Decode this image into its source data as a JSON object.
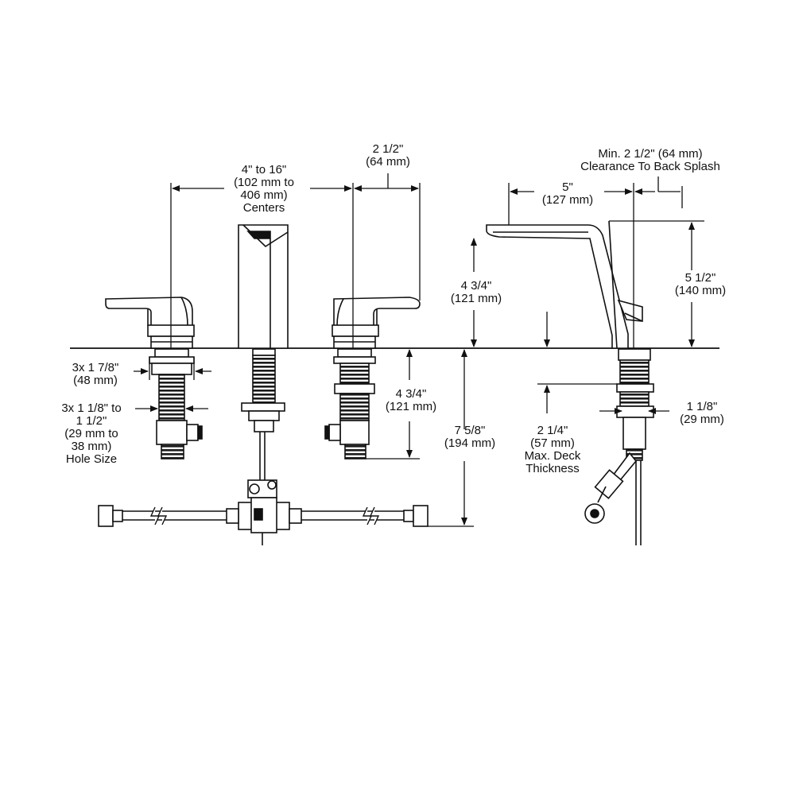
{
  "labels": {
    "centers": [
      "4\" to 16\"",
      "(102 mm to",
      "406 mm)",
      "Centers"
    ],
    "handle_width": [
      "2 1/2\"",
      "(64 mm)"
    ],
    "backsplash": [
      "Min. 2 1/2\" (64 mm)",
      "Clearance To Back Splash"
    ],
    "spout_reach": [
      "5\"",
      "(127 mm)"
    ],
    "spout_height_above_deck": [
      "5 1/2\"",
      "(140 mm)"
    ],
    "handle_height_above_deck": [
      "4 3/4\"",
      "(121 mm)"
    ],
    "shank_dia": [
      "3x 1 7/8\"",
      "(48 mm)"
    ],
    "hole_size": [
      "3x 1 1/8\" to",
      "1 1/2\"",
      "(29 mm to",
      "38 mm)",
      "Hole Size"
    ],
    "valve_below_deck": [
      "4 3/4\"",
      "(121 mm)"
    ],
    "total_below_deck": [
      "7 5/8\"",
      "(194 mm)"
    ],
    "deck_thickness": [
      "2 1/4\"",
      "(57 mm)",
      "Max. Deck",
      "Thickness"
    ],
    "spout_shank": [
      "1 1/8\"",
      "(29 mm)"
    ]
  }
}
